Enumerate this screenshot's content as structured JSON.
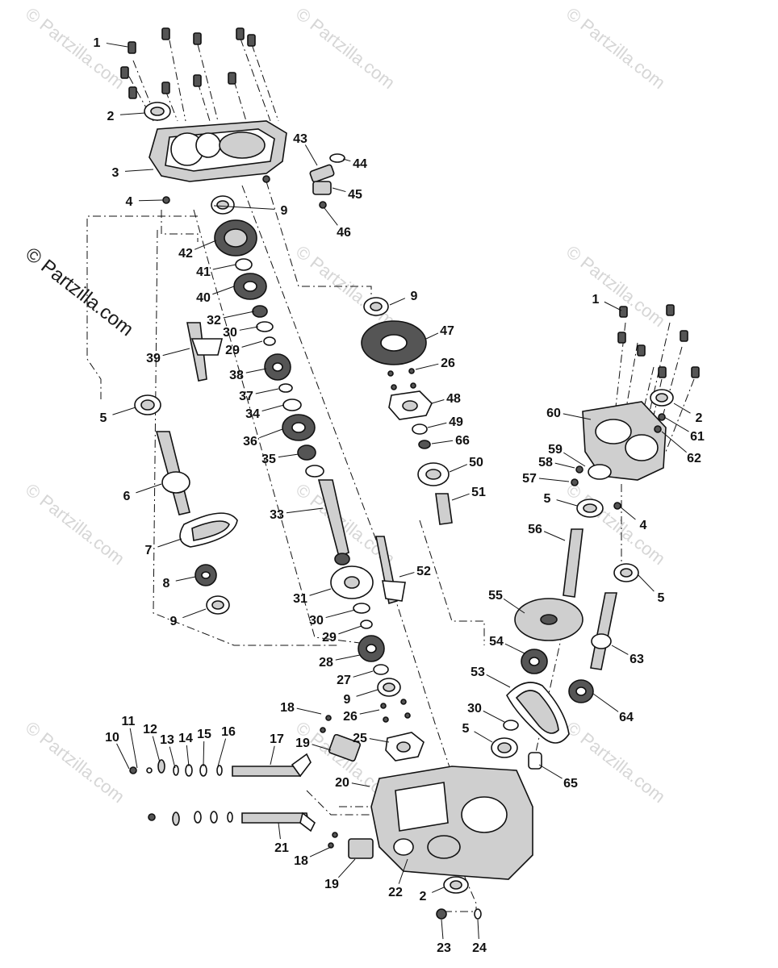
{
  "watermark": {
    "text": "© Partzilla.com",
    "prominent_text": "© Partzilla.com"
  },
  "callouts": [
    "1",
    "2",
    "3",
    "4",
    "9",
    "42",
    "41",
    "40",
    "32",
    "30",
    "29",
    "39",
    "38",
    "37",
    "34",
    "5",
    "36",
    "35",
    "6",
    "33",
    "7",
    "8",
    "9",
    "43",
    "44",
    "45",
    "46",
    "9",
    "47",
    "26",
    "48",
    "49",
    "66",
    "50",
    "51",
    "52",
    "31",
    "30",
    "29",
    "28",
    "27",
    "9",
    "26",
    "18",
    "25",
    "19",
    "11",
    "12",
    "13",
    "14",
    "15",
    "16",
    "10",
    "17",
    "20",
    "21",
    "18",
    "19",
    "22",
    "2",
    "23",
    "24",
    "1",
    "2",
    "60",
    "61",
    "62",
    "59",
    "58",
    "57",
    "5",
    "4",
    "56",
    "5",
    "55",
    "54",
    "63",
    "53",
    "64",
    "30",
    "5",
    "65"
  ]
}
